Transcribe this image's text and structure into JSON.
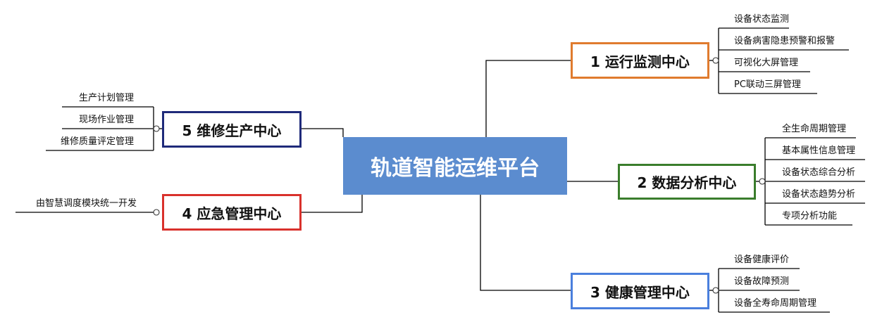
{
  "title": "轨道智能运维平台",
  "hubs": {
    "h1": {
      "label": "1 运行监测中心",
      "color": "#e07b2e"
    },
    "h2": {
      "label": "2 数据分析中心",
      "color": "#3a7d2c"
    },
    "h3": {
      "label": "3 健康管理中心",
      "color": "#4a7fdd"
    },
    "h4": {
      "label": "4 应急管理中心",
      "color": "#d9312c"
    },
    "h5": {
      "label": "5 维修生产中心",
      "color": "#1f2a7a"
    }
  },
  "leaves": {
    "h1": [
      "设备状态监测",
      "设备病害隐患预警和报警",
      "可视化大屏管理",
      "PC联动三屏管理"
    ],
    "h2": [
      "全生命周期管理",
      "基本属性信息管理",
      "设备状态综合分析",
      "设备状态趋势分析",
      "专项分析功能"
    ],
    "h3": [
      "设备健康评价",
      "设备故障预测",
      "设备全寿命周期管理"
    ],
    "h4": [
      "由智慧调度模块统一开发"
    ],
    "h5": [
      "生产计划管理",
      "现场作业管理",
      "维修质量评定管理"
    ]
  }
}
